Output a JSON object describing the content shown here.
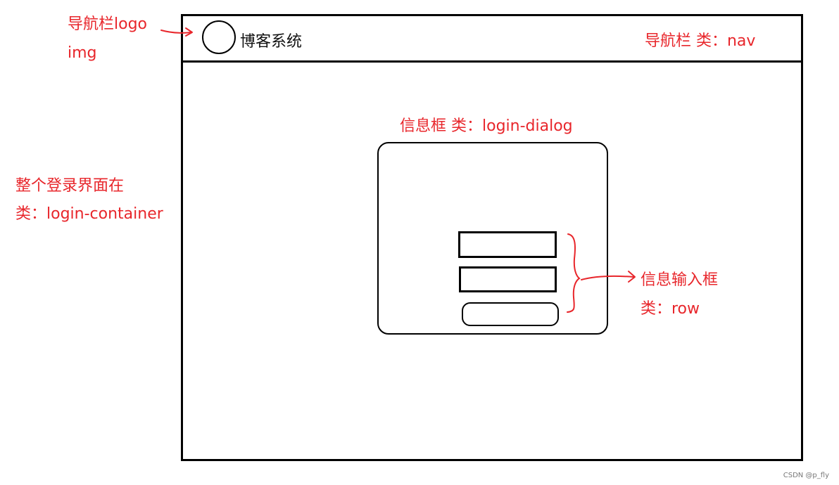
{
  "mockup": {
    "brand_text": "博客系统"
  },
  "annotations": {
    "logo_label_line1": "导航栏logo",
    "logo_label_line2": "img",
    "nav_label": "导航栏  类：nav",
    "dialog_label": "信息框 类：login-dialog",
    "container_label_line1": "整个登录界面在",
    "container_label_line2": "类：login-container",
    "row_label_line1": "信息输入框",
    "row_label_line2": "类：row"
  },
  "watermark": "CSDN @p_fly",
  "colors": {
    "annotation": "#e8262b",
    "outline": "#000000"
  }
}
